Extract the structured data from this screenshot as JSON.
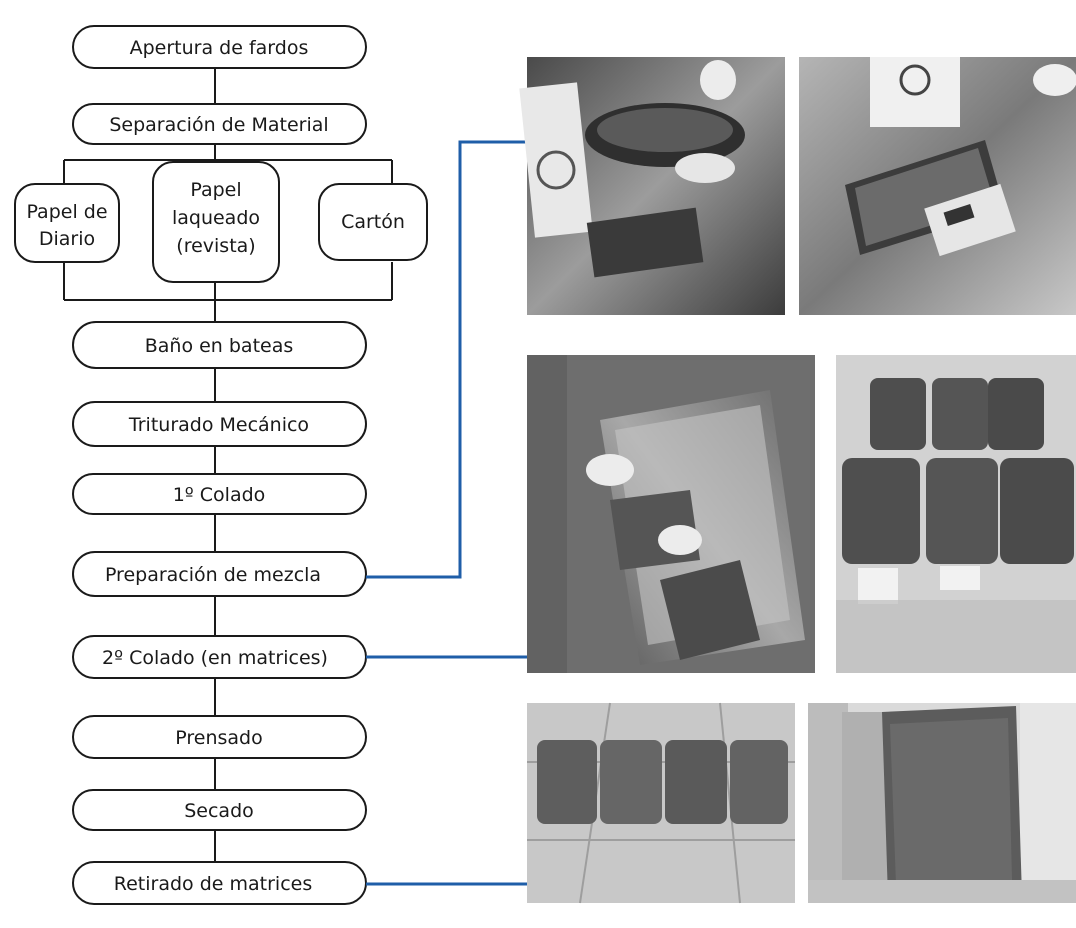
{
  "flow": {
    "steps": [
      "Apertura de fardos",
      "Separación de Material",
      "Baño en bateas",
      "Triturado Mecánico",
      "1º Colado",
      "Preparación de mezcla",
      "2º Colado (en matrices)",
      "Prensado",
      "Secado",
      "Retirado de matrices"
    ],
    "branches": [
      {
        "lines": [
          "Papel de",
          "Diario"
        ]
      },
      {
        "lines": [
          "Papel",
          "laqueado",
          "(revista)"
        ]
      },
      {
        "lines": [
          "Cartón"
        ]
      }
    ]
  },
  "photos": [
    {
      "name": "photo-mixing-bowl",
      "shade": "#7b7b7b"
    },
    {
      "name": "photo-mold-on-scale",
      "shade": "#8a8a8a"
    },
    {
      "name": "photo-pressing-on-foil",
      "shade": "#858585"
    },
    {
      "name": "photo-six-bricks",
      "shade": "#6e6e6e"
    },
    {
      "name": "photo-four-bricks-tiles",
      "shade": "#9a9a9a"
    },
    {
      "name": "photo-panel-against-wall",
      "shade": "#a2a2a2"
    }
  ],
  "colors": {
    "connector": "#1f5ea8",
    "outline": "#1a1a1a"
  }
}
